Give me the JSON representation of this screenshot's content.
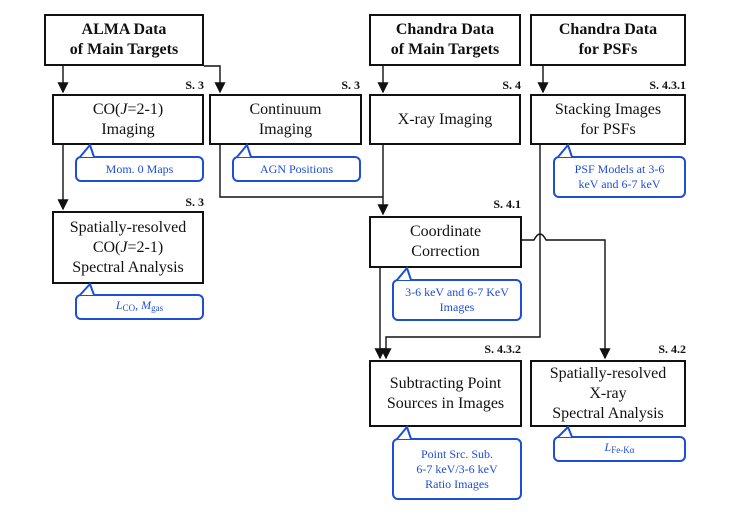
{
  "boxes": {
    "alma": {
      "line1": "ALMA Data",
      "line2": "of Main Targets"
    },
    "chandra_main": {
      "line1": "Chandra Data",
      "line2": "of Main Targets"
    },
    "chandra_psf": {
      "line1": "Chandra Data",
      "line2": "for PSFs"
    },
    "co_imaging": {
      "line1": "CO(J=2-1)",
      "line2": "Imaging"
    },
    "continuum": {
      "line1": "Continuum",
      "line2": "Imaging"
    },
    "xray_imaging": {
      "line1": "X-ray Imaging"
    },
    "stacking": {
      "line1": "Stacking Images",
      "line2": "for PSFs"
    },
    "spatial_co": {
      "line1": "Spatially-resolved",
      "line2": "CO(J=2-1)",
      "line3": "Spectral Analysis"
    },
    "coord": {
      "line1": "Coordinate",
      "line2": "Correction"
    },
    "subtract": {
      "line1": "Subtracting Point",
      "line2": "Sources in Images"
    },
    "spatial_xray": {
      "line1": "Spatially-resolved",
      "line2": "X-ray",
      "line3": "Spectral Analysis"
    }
  },
  "sections": {
    "co_imaging": "S. 3",
    "continuum": "S. 3",
    "xray_imaging": "S. 4",
    "stacking": "S. 4.3.1",
    "spatial_co": "S. 3",
    "coord": "S. 4.1",
    "subtract": "S. 4.3.2",
    "spatial_xray": "S. 4.2"
  },
  "notes": {
    "mom0": {
      "line1": "Mom. 0 Maps"
    },
    "agn": {
      "line1": "AGN Positions"
    },
    "psf_models": {
      "line1": "PSF Models at 3-6",
      "line2": "keV and 6-7 keV"
    },
    "lco": {
      "line1": "L",
      "line1_sub": "CO",
      "line2": ", ",
      "line2_var": "M",
      "line2_sub": "gas"
    },
    "images": {
      "line1": "3-6 keV and 6-7 KeV",
      "line2": "Images"
    },
    "ratio": {
      "line1": "Point Src. Sub.",
      "line2": "6-7 keV/3-6 keV",
      "line3": "Ratio Images"
    },
    "lfe": {
      "line1": "L",
      "line1_sub": "Fe-Kα"
    }
  },
  "colors": {
    "box_border": "#111111",
    "note_border": "#1d4ed8",
    "note_text": "#1d4ed8"
  }
}
